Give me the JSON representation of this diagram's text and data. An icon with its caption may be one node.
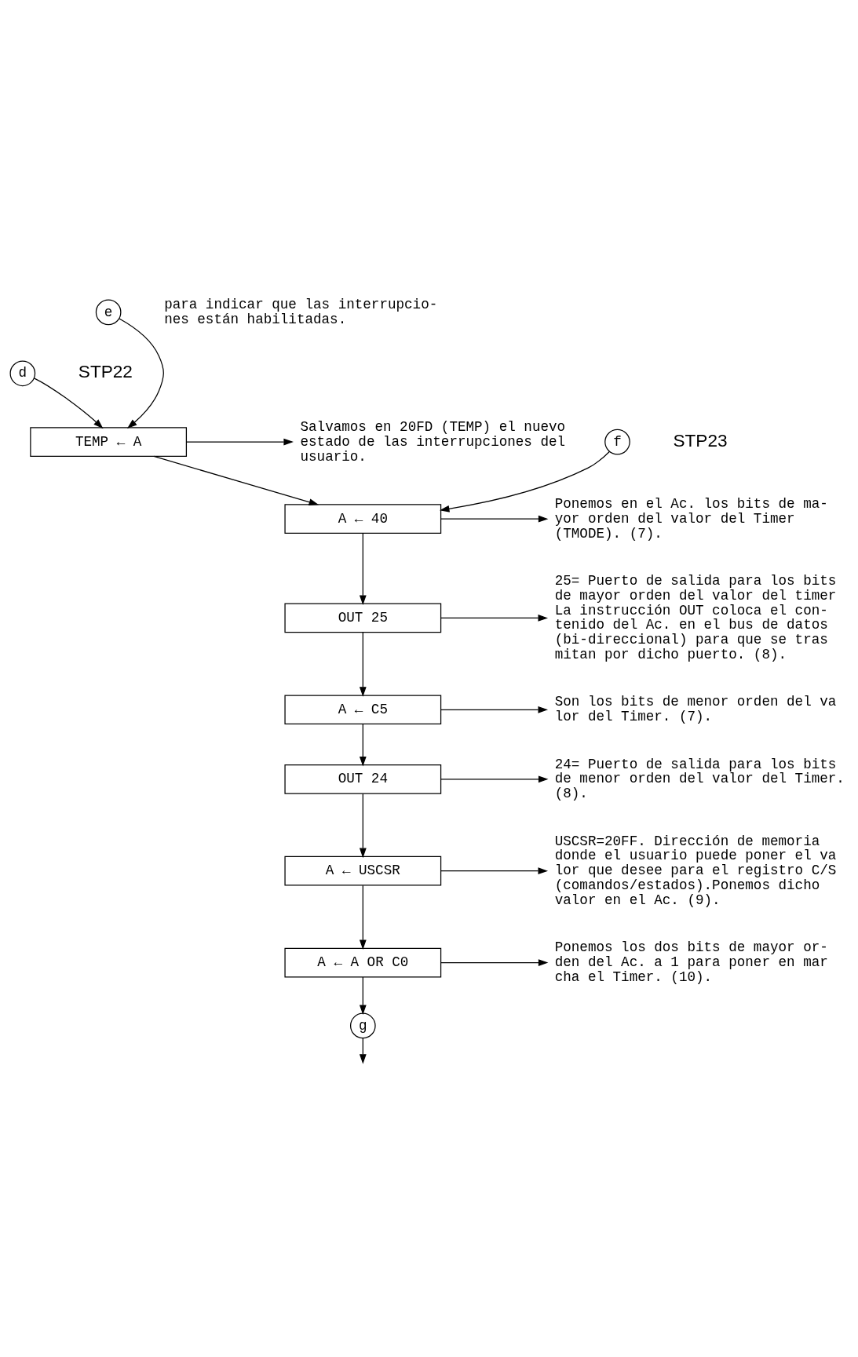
{
  "diagram": {
    "nodes": [
      {
        "text": [
          "e"
        ]
      },
      {
        "text": [
          "d"
        ]
      },
      {
        "text": [
          "TEMP ← A"
        ]
      },
      {
        "text": [
          "Salvamos en 20FD (TEMP) el nuevo estado de las interrupciones del usuario."
        ]
      },
      {
        "text": [
          "f"
        ]
      },
      {
        "text": [
          "A ← 40"
        ]
      },
      {
        "text": [
          "Ponemos en el Ac. los bits de ma- yor orden del valor del Timer (TMODE). (7)."
        ]
      },
      {
        "text": [
          "OUT 25"
        ]
      },
      {
        "text": [
          "25= Puerto de salida para los bits de mayor orden del valor del timer La instrucción OUT coloca el con- tenido del Ac. en el bus de datos (bi-direccional) para que se tras mitan por dicho puerto. (8)."
        ]
      },
      {
        "text": [
          "A ← C5"
        ]
      },
      {
        "text": [
          "Son los bits de menor orden del va lor del Timer. (7)."
        ]
      },
      {
        "text": [
          "OUT 24"
        ]
      },
      {
        "text": [
          "24= Puerto de salida para los bits de menor orden del valor del Timer. (8)."
        ]
      },
      {
        "text": [
          "A ← USCSR"
        ]
      },
      {
        "text": [
          "USCSR=20FF. Dirección de memoria donde el usuario puede poner el va lor que desee para el registro C/S (comandos/estados).Ponemos dicho valor en el Ac. (9)."
        ]
      },
      {
        "text": [
          "A ← A OR C0"
        ]
      },
      {
        "text": [
          "Ponemos los dos bits de mayor or- den del Ac. a 1 para poner en mar cha el Timer. (10)."
        ]
      },
      {
        "text": [
          "g"
        ]
      }
    ],
    "edges": [
      {
        "from": 0,
        "to": 2,
        "arrow": "to"
      },
      {
        "from": 1,
        "to": 2,
        "arrow": "to"
      },
      {
        "from": 2,
        "to": 3,
        "arrow": "to"
      },
      {
        "from": 2,
        "to": 5,
        "arrow": "to"
      },
      {
        "from": 4,
        "to": 5,
        "arrow": "to"
      },
      {
        "from": 5,
        "to": 6,
        "arrow": "to"
      },
      {
        "from": 5,
        "to": 7,
        "arrow": "to"
      },
      {
        "from": 7,
        "to": 8,
        "arrow": "to"
      },
      {
        "from": 7,
        "to": 9,
        "arrow": "to"
      },
      {
        "from": 9,
        "to": 10,
        "arrow": "to"
      },
      {
        "from": 9,
        "to": 11,
        "arrow": "to"
      },
      {
        "from": 11,
        "to": 12,
        "arrow": "to"
      },
      {
        "from": 11,
        "to": 13,
        "arrow": "to"
      },
      {
        "from": 13,
        "to": 14,
        "arrow": "to"
      },
      {
        "from": 13,
        "to": 15,
        "arrow": "to"
      },
      {
        "from": 15,
        "to": 16,
        "arrow": "to"
      },
      {
        "from": 15,
        "to": 17,
        "arrow": "to"
      },
      {
        "from": 17,
        "to": null,
        "arrow": "to"
      }
    ],
    "labels": [
      "para indicar que las interrupcio- nes están habilitadas.",
      "STP22",
      "STP23"
    ]
  }
}
